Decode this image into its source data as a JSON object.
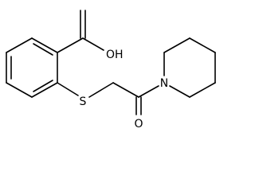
{
  "molecule": {
    "atoms": {
      "hydroxyl": "OH",
      "sulfur": "S",
      "nitrogen": "N",
      "ketone_oxygen": "O"
    }
  }
}
